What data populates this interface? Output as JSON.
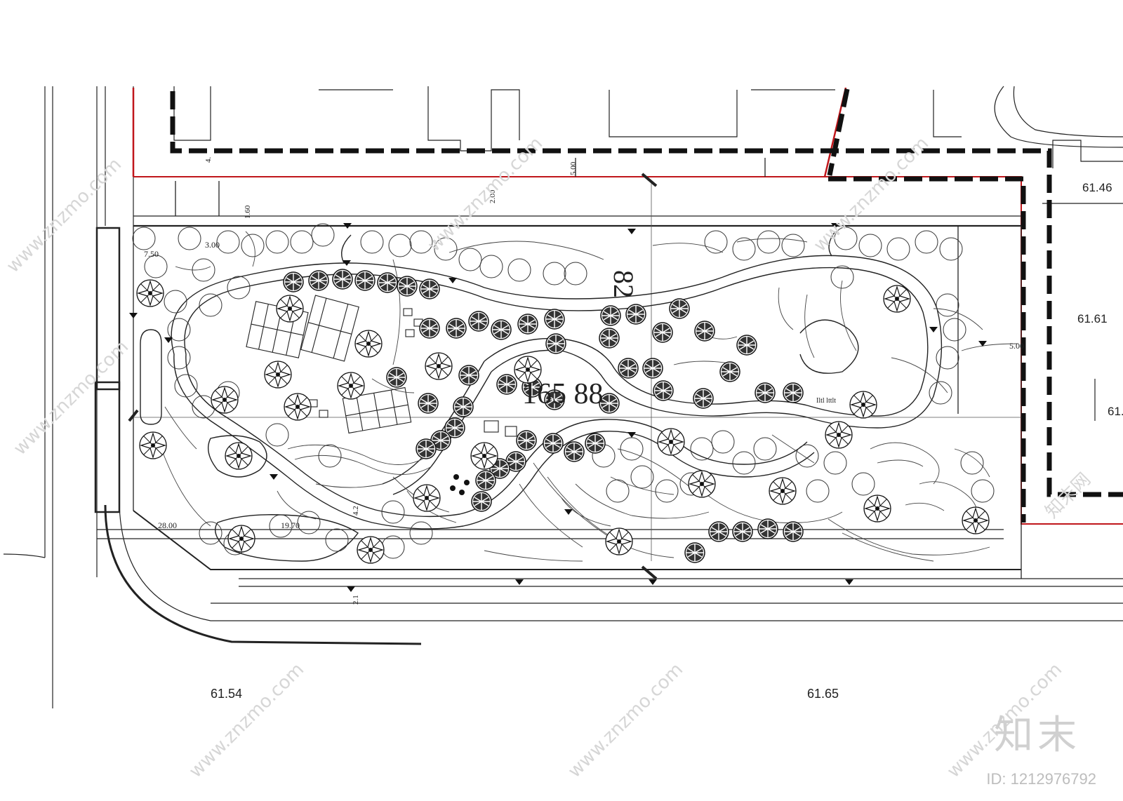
{
  "plan": {
    "area_label": "165  88",
    "vertical_label": "82",
    "elevations": {
      "bottom_left": "61.54",
      "bottom_center": "61.65",
      "right_top": "61.46",
      "right_middle": "61.61",
      "right_lower": "61."
    },
    "dimensions": {
      "d_7_50": "7.50",
      "d_3_00": "3.00",
      "d_1_60": "1.60",
      "d_2_00": "2.00",
      "d_5_00": "5.00",
      "d_4": "4.",
      "d_28_00": "28.00",
      "d_19_70": "19.70",
      "d_2_1": "2.1",
      "d_4_2": "4.2",
      "d_5_00b": "5.00"
    },
    "court_sign": "Iltl lttlt"
  },
  "watermark": {
    "site": "www.znzmo.com",
    "brand": "知末网",
    "logo": "知末",
    "id": "ID: 1212976792"
  }
}
